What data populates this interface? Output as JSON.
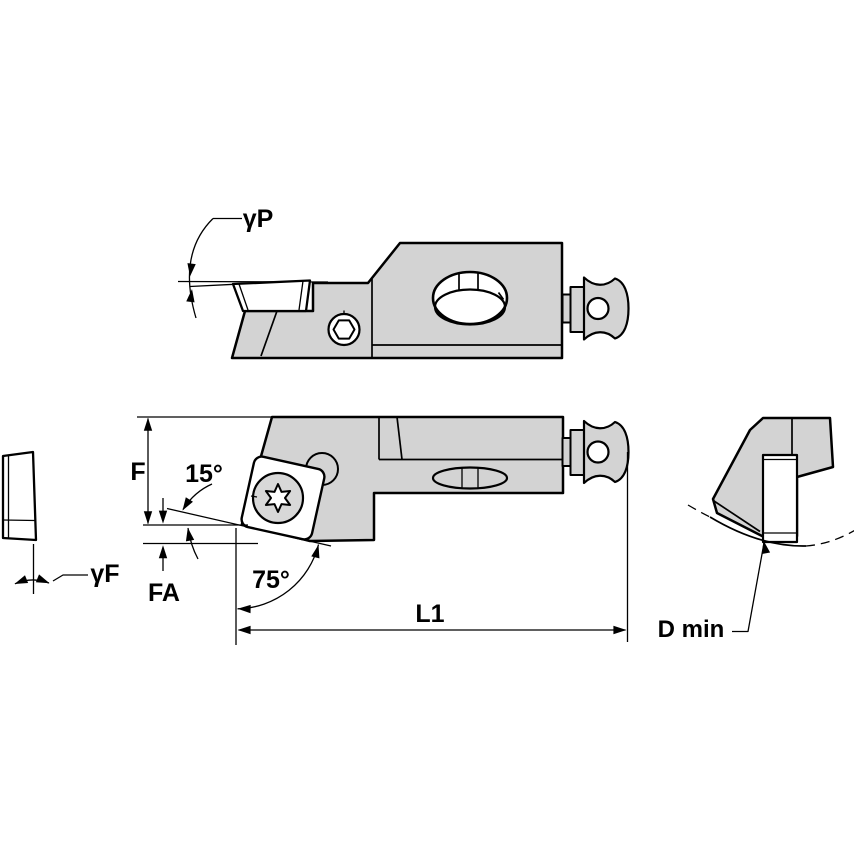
{
  "drawing": {
    "title": "Indexable insert cartridge technical drawing",
    "background_color": "#ffffff",
    "line_color": "#000000",
    "body_fill_color": "#d3d3d3",
    "screw_fill_color": "#d8d8d8",
    "insert_fill_color": "#ffffff",
    "labels": {
      "back_rake_angle": "γP",
      "functional_height": "F",
      "edge_inclination_angle": "15°",
      "lead_angle": "75°",
      "functional_offset": "FA",
      "front_rake_angle": "γF",
      "functional_length": "L1",
      "minimum_bore_diameter": "D min"
    }
  }
}
